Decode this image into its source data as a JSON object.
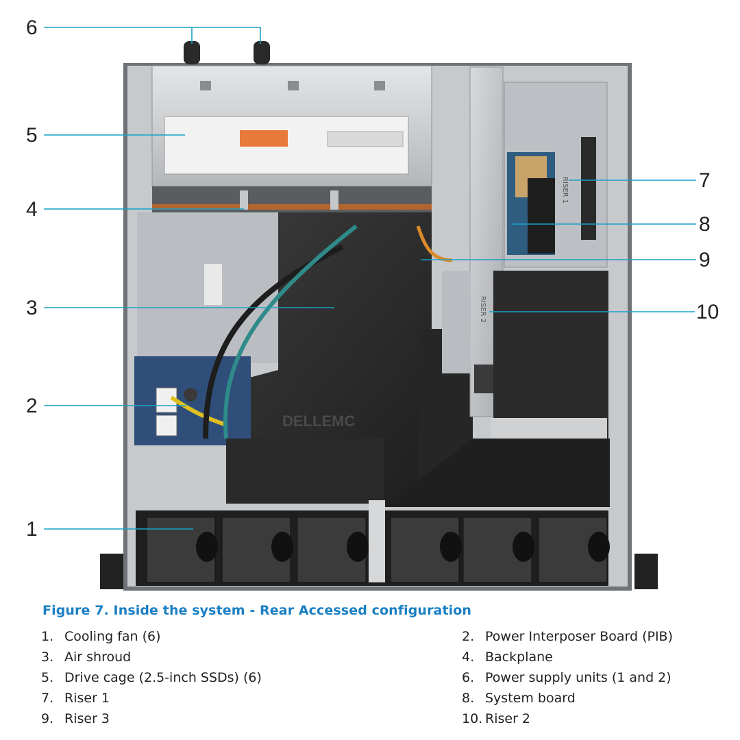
{
  "figure": {
    "logo_text": "DELLEMC",
    "riser1_stamp": "RISER 1",
    "riser2_stamp": "RISER 2",
    "callouts": [
      {
        "id": "6",
        "label": "6"
      },
      {
        "id": "5",
        "label": "5"
      },
      {
        "id": "4",
        "label": "4"
      },
      {
        "id": "3",
        "label": "3"
      },
      {
        "id": "2",
        "label": "2"
      },
      {
        "id": "1",
        "label": "1"
      },
      {
        "id": "7",
        "label": "7"
      },
      {
        "id": "8",
        "label": "8"
      },
      {
        "id": "9",
        "label": "9"
      },
      {
        "id": "10",
        "label": "10"
      }
    ]
  },
  "caption": "Figure 7. Inside the system - Rear Accessed configuration",
  "legend": [
    {
      "num": "1.",
      "text": "Cooling fan (6)"
    },
    {
      "num": "2.",
      "text": "Power Interposer Board (PIB)"
    },
    {
      "num": "3.",
      "text": "Air shroud"
    },
    {
      "num": "4.",
      "text": "Backplane"
    },
    {
      "num": "5.",
      "text": "Drive cage (2.5-inch SSDs) (6)"
    },
    {
      "num": "6.",
      "text": "Power supply units (1 and 2)"
    },
    {
      "num": "7.",
      "text": "Riser 1"
    },
    {
      "num": "8.",
      "text": "System board"
    },
    {
      "num": "9.",
      "text": "Riser 3"
    },
    {
      "num": "10.",
      "text": "Riser 2"
    }
  ],
  "colors": {
    "leader_line": "#1aa0c8",
    "caption": "#1a7fc4",
    "chassis_metal": "#b9bcc0",
    "shroud": "#2b2b2b"
  }
}
